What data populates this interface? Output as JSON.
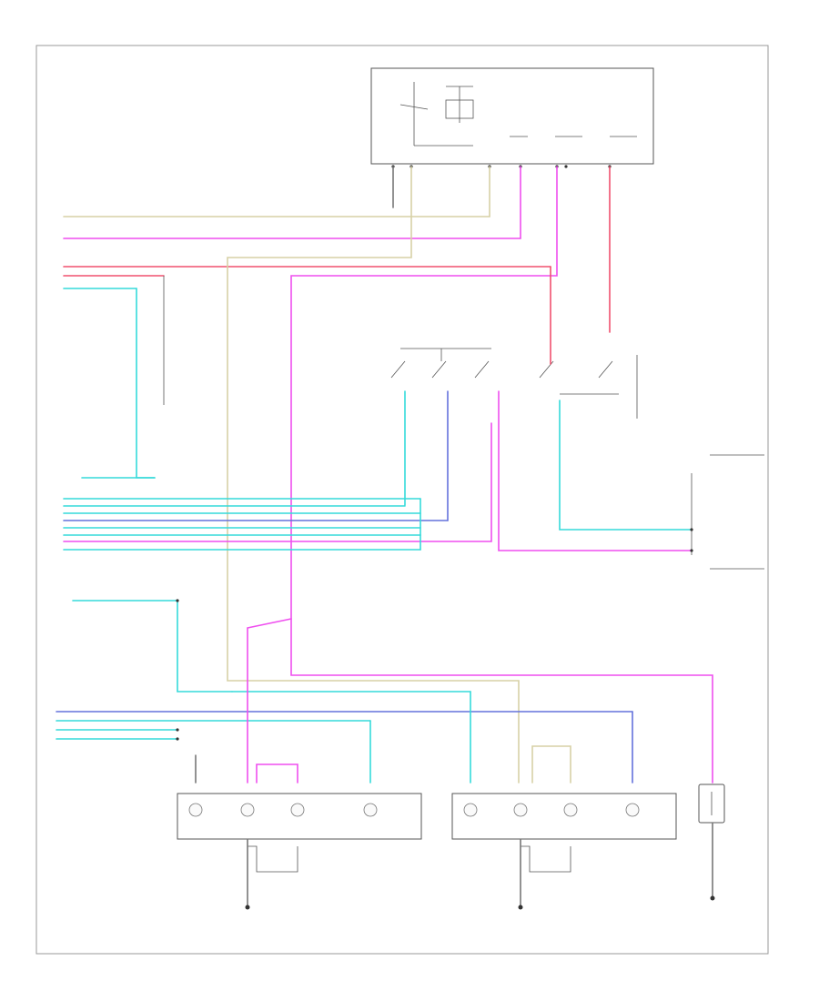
{
  "diagram": {
    "type": "wiring-diagram",
    "labels_legible": false,
    "footer_code": "",
    "components": [
      "relay-box",
      "lamp-switch",
      "left-lamp-cluster",
      "right-lamp-cluster",
      "trailer-lamp",
      "ground-left",
      "ground-right",
      "ground-trailer"
    ],
    "wire_colors": {
      "cyan": "#35dada",
      "pink": "#ef4fef",
      "red": "#f0506e",
      "tan": "#d7d1a6",
      "blue": "#6472dc",
      "gray": "#777777"
    }
  }
}
